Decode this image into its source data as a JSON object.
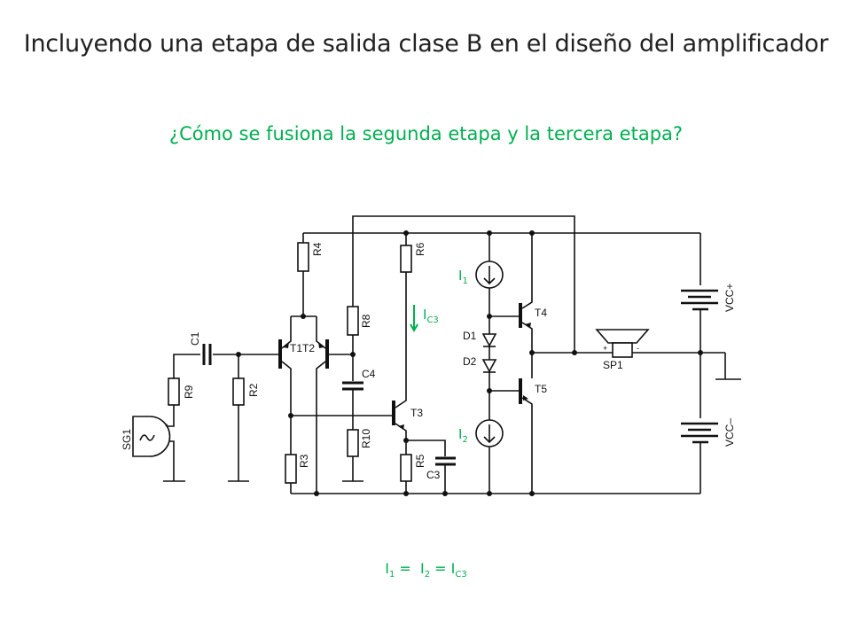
{
  "slide": {
    "title": "Incluyendo una etapa de salida clase B en el diseño del amplificador",
    "question": "¿Cómo se fusiona la segunda etapa y la tercera etapa?"
  },
  "circuit": {
    "labels": {
      "SG1": "SG1",
      "R9": "R9",
      "C1": "C1",
      "R2": "R2",
      "R4": "R4",
      "T1T2": "T1T2",
      "R3": "R3",
      "R8": "R8",
      "C4": "C4",
      "R10": "R10",
      "R6": "R6",
      "T3": "T3",
      "R5": "R5",
      "C3": "C3",
      "D1": "D1",
      "D2": "D2",
      "T4": "T4",
      "T5": "T5",
      "SP1": "SP1",
      "VCCp": "VCC+",
      "VCCm": "VCC–",
      "plus": "+",
      "minus": "-"
    },
    "annotations": {
      "I": "I",
      "sub1": "1",
      "sub2": "2",
      "subC3": "C3"
    }
  },
  "equation": {
    "I": "I",
    "sub1": "1",
    "sub2": "2",
    "subC3": "C3",
    "eq1": " =  ",
    "eq2": " = "
  },
  "colors": {
    "accent": "#00b050",
    "wire": "#111111"
  }
}
